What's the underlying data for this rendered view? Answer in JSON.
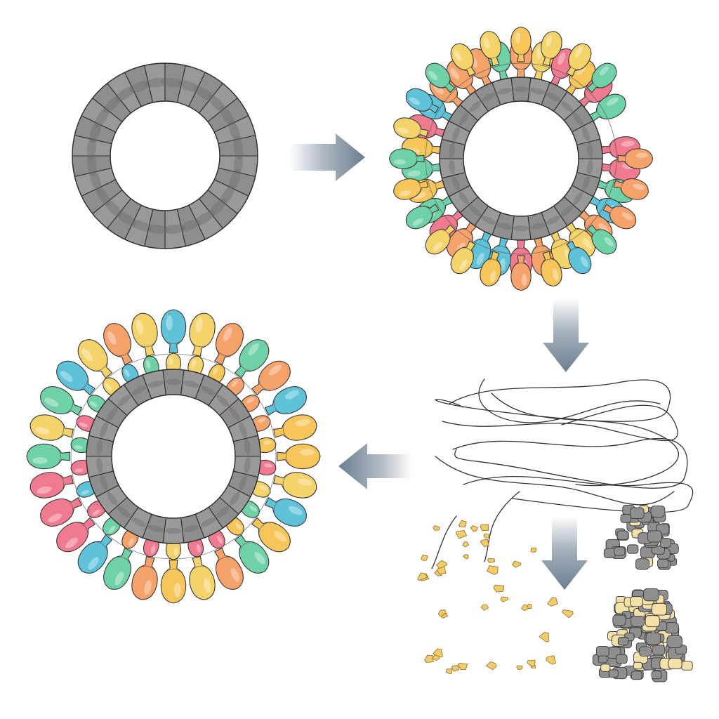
{
  "diagram": {
    "panels": [
      {
        "id": "core-ring",
        "description_key": "ring-only"
      },
      {
        "id": "partial-assembly",
        "description_key": "ring-with-partial-subunits"
      },
      {
        "id": "dispersed-fibers",
        "description_key": "fibers-and-fragments"
      },
      {
        "id": "complete-assembly",
        "description_key": "ring-with-full-subunits"
      }
    ],
    "arrows": [
      {
        "id": "arrow-1-to-2",
        "direction": "right"
      },
      {
        "id": "arrow-2-to-3",
        "direction": "down"
      },
      {
        "id": "arrow-3-to-fragments",
        "direction": "down"
      },
      {
        "id": "arrow-3-to-4",
        "direction": "left"
      }
    ],
    "colors": {
      "ring_fill": "#8e8e8e",
      "ring_shade": "#6f6f6f",
      "ring_stroke": "#2f2f2f",
      "arrow": "#6b7e90",
      "subunit_palette": [
        "#f6c65b",
        "#f07a90",
        "#5fc2d9",
        "#f5a26b",
        "#6fd1a7",
        "#f4d36a"
      ],
      "fragment": "#f2cc6a",
      "fiber": "#333333",
      "pile_gray": "#8f8f8f",
      "pile_cream": "#f3e1a9"
    }
  }
}
